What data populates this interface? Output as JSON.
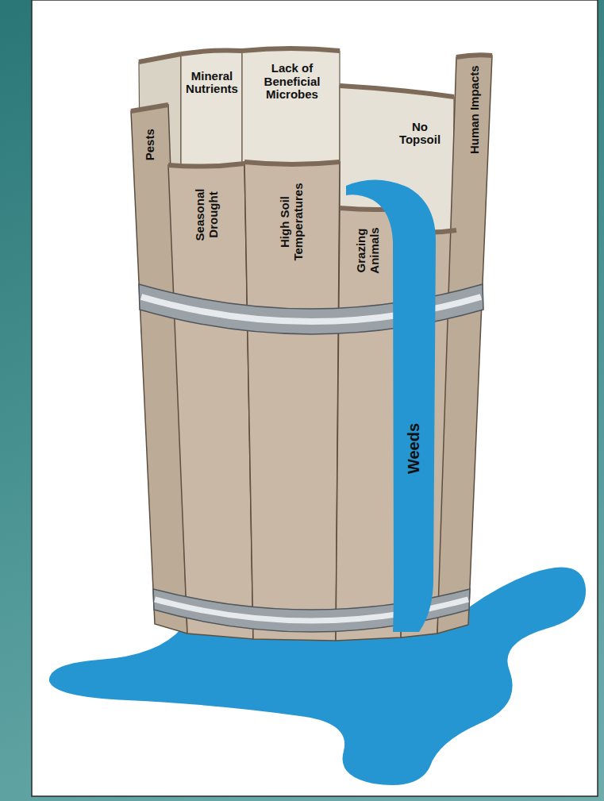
{
  "diagram": {
    "nodes": [
      {
        "text": [
          "Mineral Nutrients"
        ]
      },
      {
        "text": [
          "Lack of Beneficial Microbes"
        ]
      },
      {
        "text": [
          "No Topsoil"
        ]
      },
      {
        "text": [
          "Human Impacts"
        ]
      },
      {
        "text": [
          "Pests"
        ]
      },
      {
        "text": [
          "Seasonal Drought"
        ]
      },
      {
        "text": [
          "High Soil Temperatures"
        ]
      },
      {
        "text": [
          "Grazing Animals"
        ]
      },
      {
        "text": [
          "Weeds"
        ]
      }
    ]
  }
}
